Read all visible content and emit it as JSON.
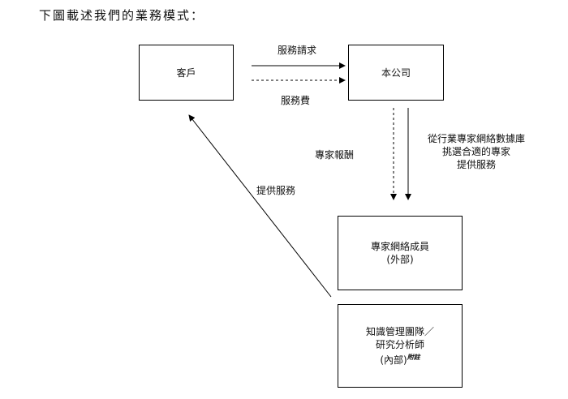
{
  "intro_text": "下圖載述我們的業務模式：",
  "nodes": {
    "client": "客戶",
    "company": "本公司",
    "expert_members_line1": "專家網絡成員",
    "expert_members_line2": "(外部)",
    "knowledge_team_line1": "知識管理團隊／",
    "knowledge_team_line2": "研究分析師",
    "knowledge_team_line3": "(內部)",
    "knowledge_team_note": "附註"
  },
  "edges": {
    "service_request": "服務請求",
    "service_fee": "服務費",
    "expert_fee": "專家報酬",
    "select_experts_line1": "從行業專家網絡數據庫",
    "select_experts_line2": "挑選合適的專家",
    "select_experts_line3": "提供服務",
    "provide_service": "提供服務"
  }
}
